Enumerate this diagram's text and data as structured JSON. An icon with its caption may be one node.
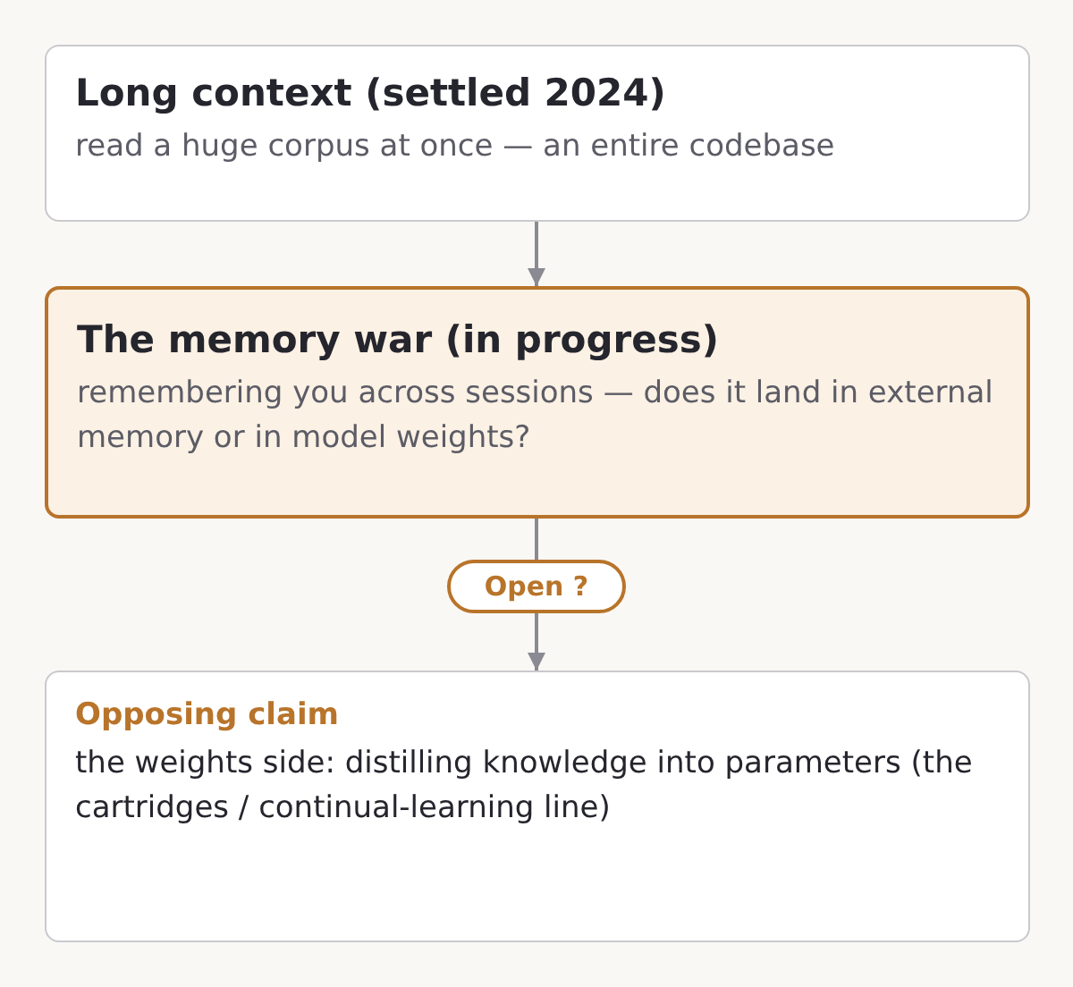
{
  "diagram": {
    "nodes": [
      {
        "text": [
          "Long context (settled 2024)",
          "read a huge corpus at once — an entire codebase"
        ]
      },
      {
        "text": [
          "The memory war (in progress)",
          "remembering you across sessions — does it land in external memory or in model weights?"
        ]
      },
      {
        "text": [
          "Open ?"
        ]
      },
      {
        "text": [
          "Opposing claim",
          "the weights side: distilling knowledge into parameters (the cartridges / continual-learning line)"
        ]
      }
    ],
    "edges": [
      {
        "from": 0,
        "to": 1,
        "arrow": "to"
      },
      {
        "from": 1,
        "to": 2,
        "arrow": "none"
      },
      {
        "from": 2,
        "to": 3,
        "arrow": "to"
      }
    ]
  }
}
